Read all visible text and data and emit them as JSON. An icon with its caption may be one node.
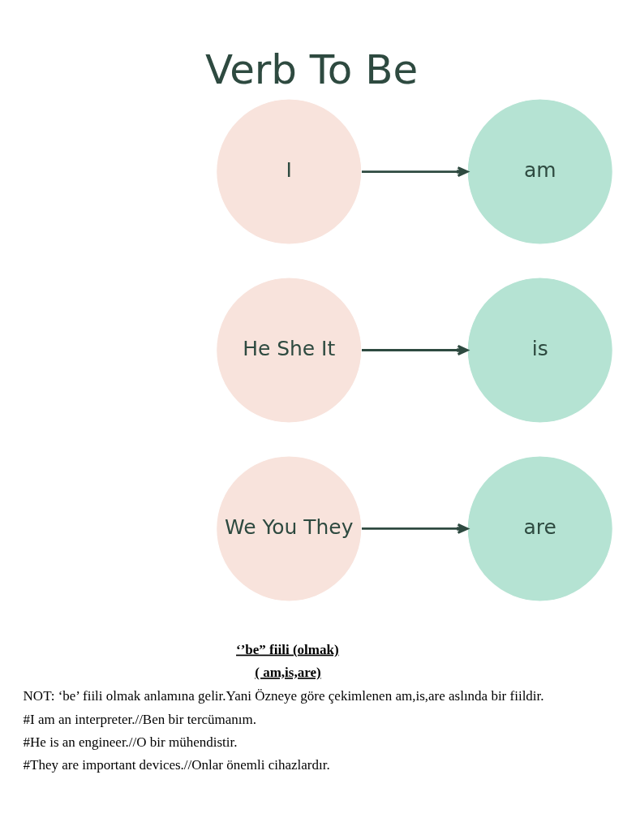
{
  "diagram": {
    "title": "Verb To Be",
    "nodes": [
      {
        "text": [
          "I"
        ]
      },
      {
        "text": [
          "am"
        ]
      },
      {
        "text": [
          "He She It"
        ]
      },
      {
        "text": [
          "is"
        ]
      },
      {
        "text": [
          "We You They"
        ]
      },
      {
        "text": [
          "are"
        ]
      }
    ],
    "edges": [
      {
        "from": 0,
        "to": 1,
        "arrow": "to"
      },
      {
        "from": 2,
        "to": 3,
        "arrow": "to"
      },
      {
        "from": 4,
        "to": 5,
        "arrow": "to"
      }
    ],
    "labels": [
      "‘’be” fiili (olmak)",
      "( am,is,are)",
      "NOT: ‘be’ fiili olmak anlamına gelir.Yani Özneye göre çekimlenen am,is,are aslında bir fiildir.",
      "#I am an interpreter.//Ben bir tercümanım.",
      "#He is an engineer.//O bir mühendistir.",
      "#They are important devices.//Onlar önemli cihazlardır."
    ]
  }
}
